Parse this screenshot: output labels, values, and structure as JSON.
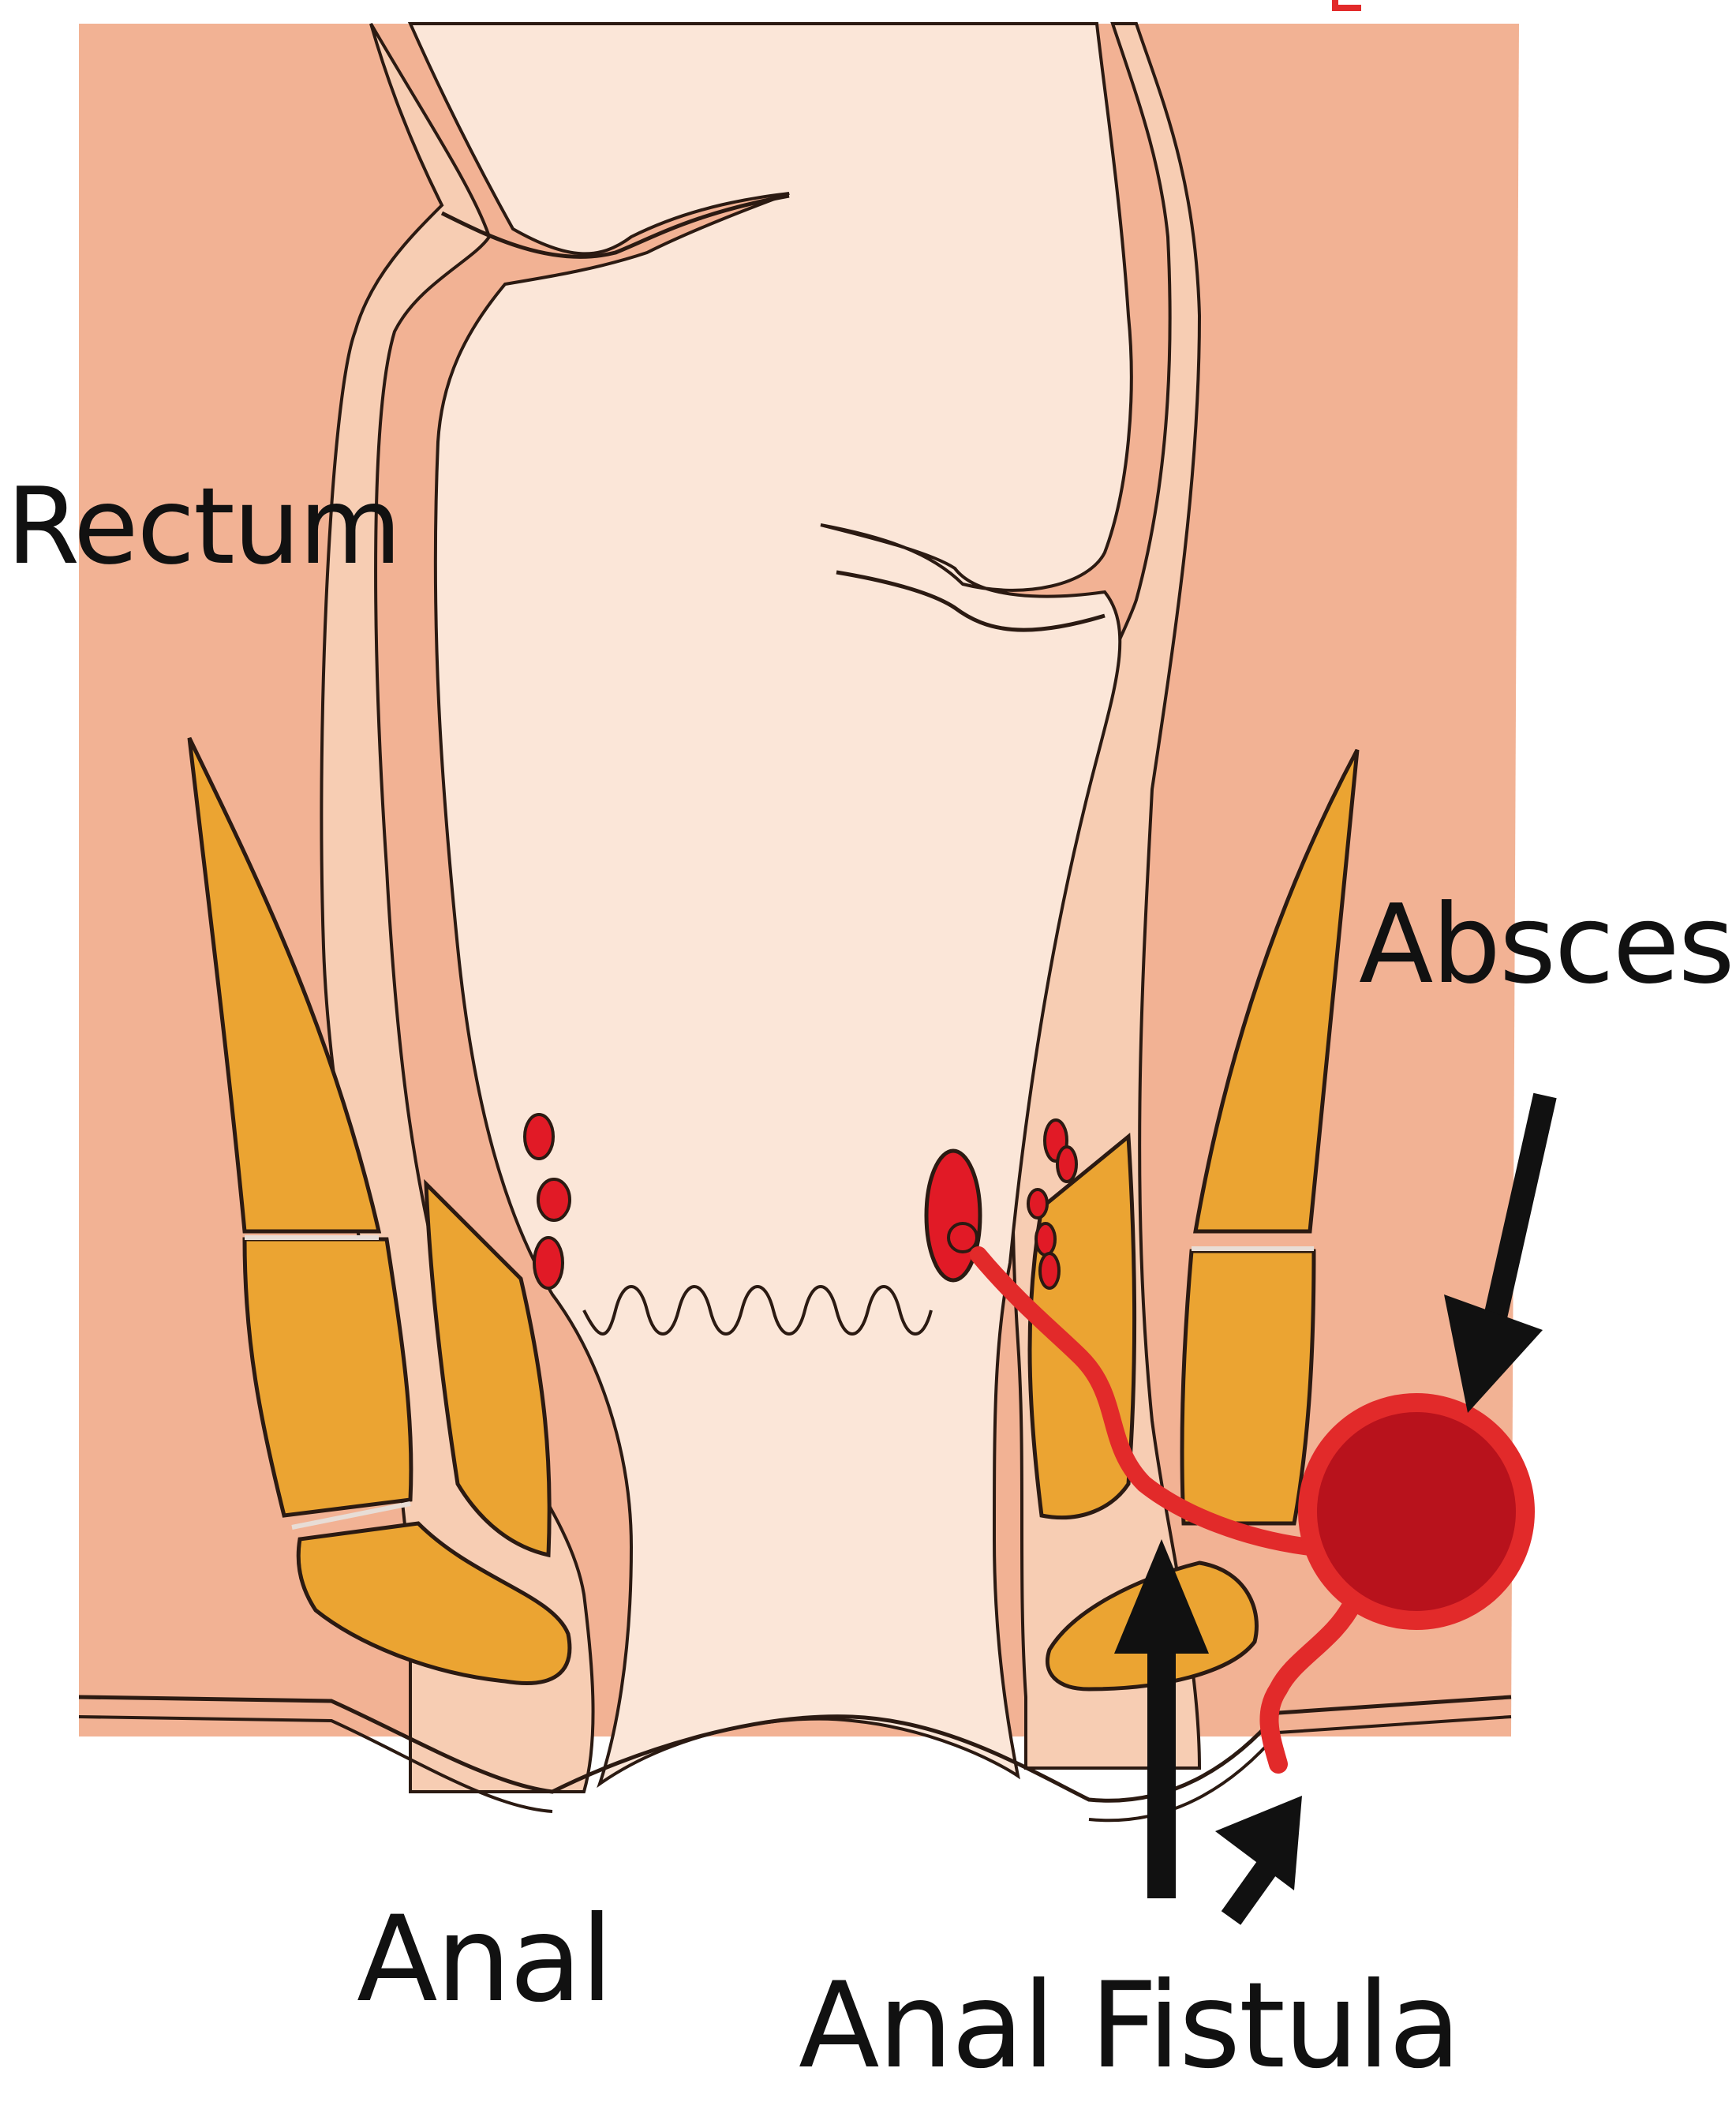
{
  "labels": {
    "rectum": "Rectum",
    "absces": "Absces",
    "anal": "Anal",
    "anal_fistula": "Anal Fistula"
  },
  "colors": {
    "background": "#ffffff",
    "tissue": "#f2b294",
    "wall": "#f7cdb3",
    "lumen": "#fbe6d8",
    "muscle": "#eba432",
    "outline": "#2b1a12",
    "abscess_fill": "#b8121c",
    "abscess_ring": "#e22a2a",
    "glands": "#e11a26",
    "arrows": "#111111"
  }
}
